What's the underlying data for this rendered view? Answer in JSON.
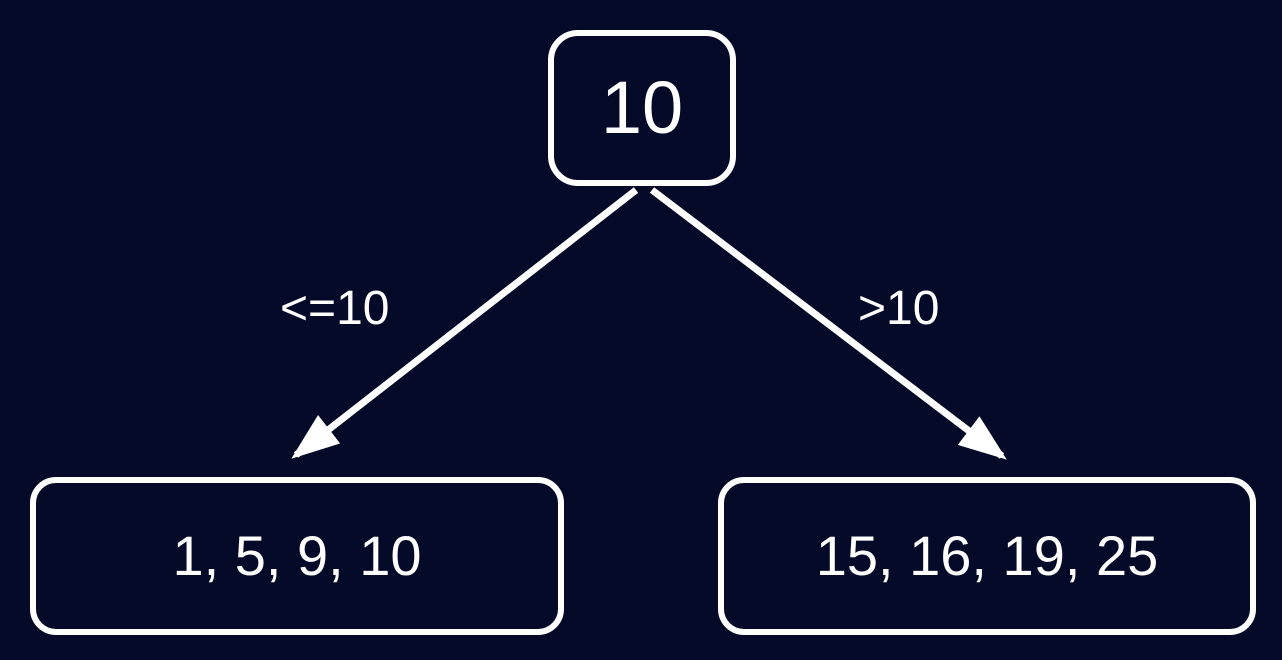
{
  "diagram": {
    "type": "binary-split-tree",
    "root": {
      "label": "10"
    },
    "edges": {
      "left": {
        "label": "<=10"
      },
      "right": {
        "label": ">10"
      }
    },
    "children": {
      "left": {
        "label": "1, 5, 9, 10"
      },
      "right": {
        "label": "15, 16, 19, 25"
      }
    }
  },
  "colors": {
    "background": "#050a28",
    "foreground": "#ffffff"
  }
}
